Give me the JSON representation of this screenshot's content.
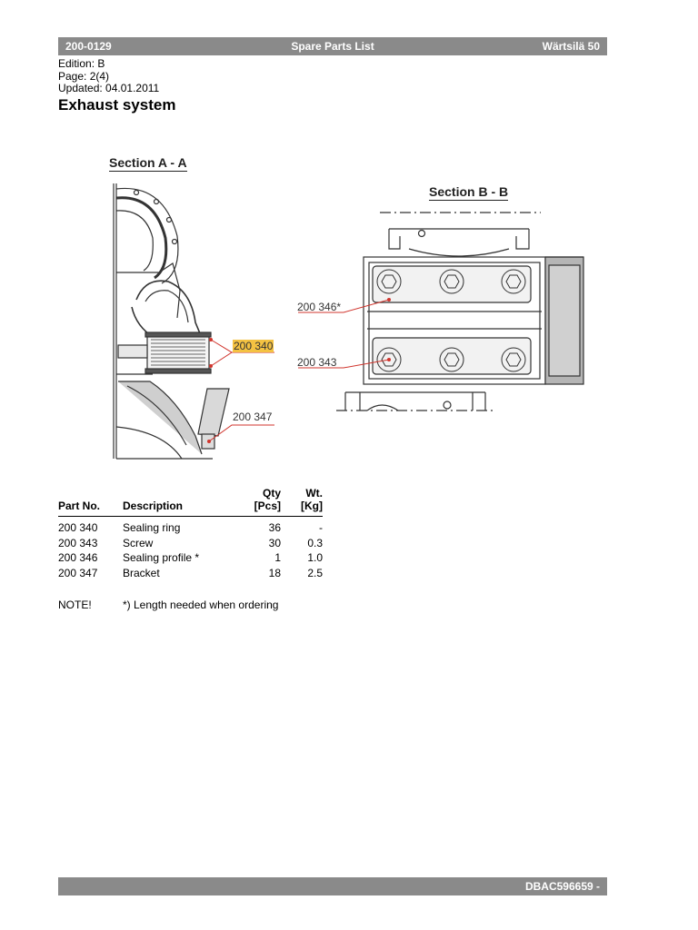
{
  "header": {
    "doc_number": "200-0129",
    "doc_type": "Spare Parts List",
    "product": "Wärtsilä 50"
  },
  "meta": {
    "edition": "Edition: B",
    "page": "Page: 2(4)",
    "updated": "Updated: 04.01.2011"
  },
  "title": "Exhaust system",
  "drawing": {
    "section_a": "Section A - A",
    "section_b": "Section B - B",
    "callouts": {
      "c200340": "200 340",
      "c200347": "200 347",
      "c200346": "200 346*",
      "c200343": "200 343"
    },
    "highlight_color": "#f4c242",
    "leader_color": "#d0342c"
  },
  "table": {
    "headers": {
      "part_no": "Part No.",
      "description": "Description",
      "qty_line1": "Qty",
      "qty_line2": "[Pcs]",
      "wt_line1": "Wt.",
      "wt_line2": "[Kg]"
    },
    "rows": [
      {
        "part_no": "200 340",
        "description": "Sealing ring",
        "qty": "36",
        "wt": "-"
      },
      {
        "part_no": "200 343",
        "description": "Screw",
        "qty": "30",
        "wt": "0.3"
      },
      {
        "part_no": "200 346",
        "description": "Sealing profile *",
        "qty": "1",
        "wt": "1.0"
      },
      {
        "part_no": "200 347",
        "description": "Bracket",
        "qty": "18",
        "wt": "2.5"
      }
    ]
  },
  "note": {
    "label": "NOTE!",
    "text": "*) Length needed when ordering"
  },
  "footer": {
    "doc_id": "DBAC596659 -"
  }
}
